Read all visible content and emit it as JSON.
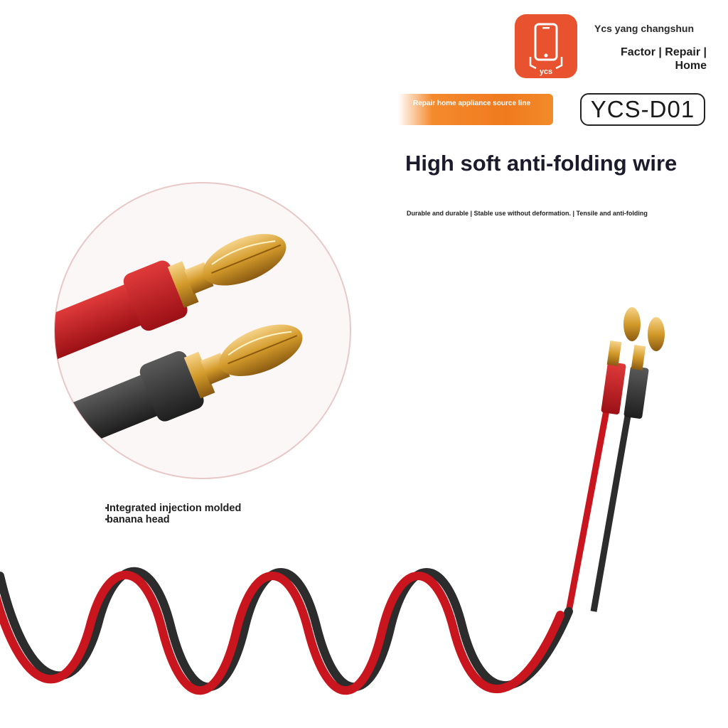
{
  "brand": {
    "name": "Ycs yang changshun",
    "tagline_line1": "Factor | Repair |",
    "tagline_line2": "Home",
    "logo_text": "ycs",
    "logo_color": "#e8522f"
  },
  "banner": {
    "text": "Repair home appliance source line",
    "color": "#f07a1f"
  },
  "model": "YCS-D01",
  "headline": "High soft anti-folding wire",
  "subline": "Durable and durable | Stable use without deformation. | Tensile and anti-folding",
  "callout": {
    "line1": "Integrated injection molded",
    "line2": "banana head"
  },
  "colors": {
    "wire_red": "#c9161e",
    "wire_black": "#2c2c2c",
    "connector_gold": "#d69a2a"
  },
  "icons": [
    "phone-icon",
    "banana-plug-icon"
  ]
}
